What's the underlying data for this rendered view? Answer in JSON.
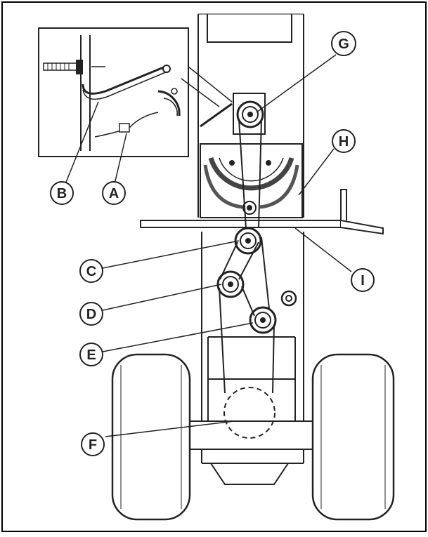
{
  "callouts": [
    {
      "id": "callout-a",
      "label": "A"
    },
    {
      "id": "callout-b",
      "label": "B"
    },
    {
      "id": "callout-c",
      "label": "C"
    },
    {
      "id": "callout-d",
      "label": "D"
    },
    {
      "id": "callout-e",
      "label": "E"
    },
    {
      "id": "callout-f",
      "label": "F"
    },
    {
      "id": "callout-g",
      "label": "G"
    },
    {
      "id": "callout-h",
      "label": "H"
    },
    {
      "id": "callout-i",
      "label": "I"
    }
  ]
}
